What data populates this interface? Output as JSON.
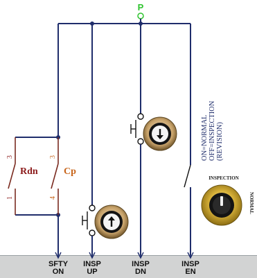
{
  "supply": {
    "label": "P",
    "color": "#2ec42e"
  },
  "contacts": {
    "rdn": {
      "label": "Rdn",
      "pin_top": "3",
      "pin_bottom": "1",
      "color": "#8b1a1a"
    },
    "cp": {
      "label": "Cp",
      "pin_top": "3",
      "pin_bottom": "4",
      "color": "#c8651b"
    }
  },
  "key_switch": {
    "legend_lines": [
      "ON=NORMAL",
      "OFF=INSPECTION",
      "(REVISION)"
    ],
    "top_label": "INSPECTION",
    "side_label": "NORMAL"
  },
  "buttons": {
    "up": {
      "icon": "arrow-up-icon"
    },
    "down": {
      "icon": "arrow-down-icon"
    }
  },
  "terminals": [
    {
      "line1": "SFTY",
      "line2": "ON"
    },
    {
      "line1": "INSP",
      "line2": "UP"
    },
    {
      "line1": "INSP",
      "line2": "DN"
    },
    {
      "line1": "INSP",
      "line2": "EN"
    }
  ],
  "colors": {
    "wire": "#1f2d6b",
    "contact": "#7a2a1f",
    "knob_gold": "#c9a227"
  }
}
